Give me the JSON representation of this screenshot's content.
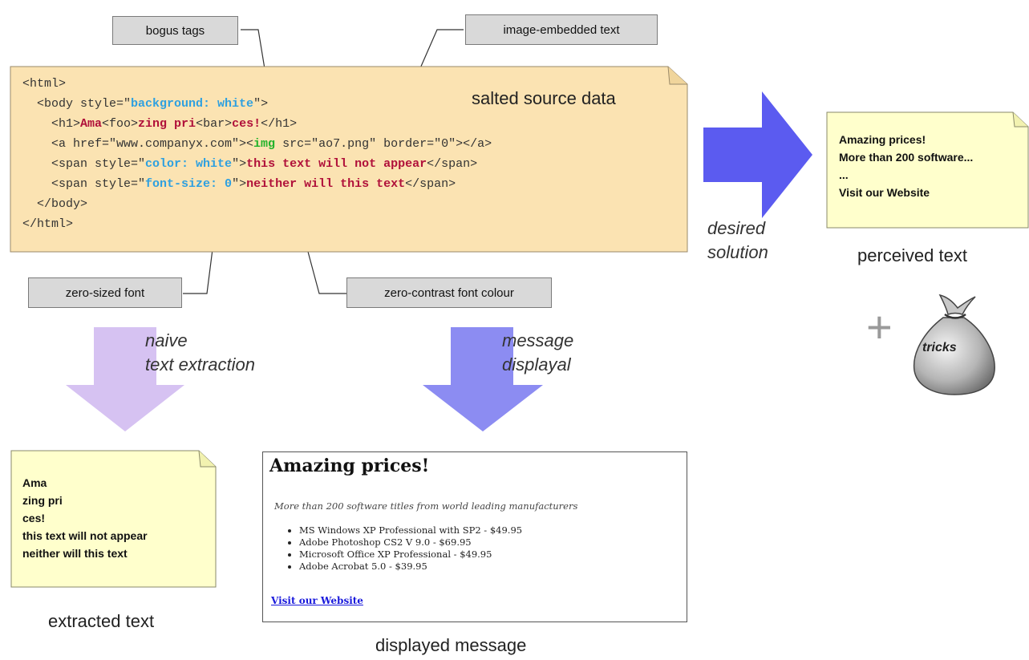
{
  "callouts": {
    "bogus_tags": "bogus tags",
    "image_embedded_text": "image-embedded text",
    "zero_sized_font": "zero-sized font",
    "zero_contrast_font": "zero-contrast font colour"
  },
  "source": {
    "title": "salted source data",
    "lines": {
      "l1": "<html>",
      "l2_a": "  <body style=\"",
      "l2_b": "background: white",
      "l2_c": "\">",
      "l3_a": "    <h1>",
      "l3_b": "Ama",
      "l3_c": "<foo>",
      "l3_d": "zing pri",
      "l3_e": "<bar>",
      "l3_f": "ces!",
      "l3_g": "</h1>",
      "l4_a": "    <a href=\"www.companyx.com\"><",
      "l4_b": "img",
      "l4_c": " src=\"ao7.png\" border=\"0\"></a>",
      "l5_a": "    <span style=\"",
      "l5_b": "color: white",
      "l5_c": "\">",
      "l5_d": "this text will not appear",
      "l5_e": "</span>",
      "l6_a": "    <span style=\"",
      "l6_b": "font-size: 0",
      "l6_c": "\">",
      "l6_d": "neither will this text",
      "l6_e": "</span>",
      "l7": "  </body>",
      "l8": "</html>"
    }
  },
  "labels": {
    "desired_1": "desired",
    "desired_2": "solution",
    "naive_1": "naive",
    "naive_2": "text extraction",
    "message_1": "message",
    "message_2": "displayal"
  },
  "perceived": {
    "line1": "Amazing prices!",
    "line2": "More than 200 software...",
    "line3": "...",
    "line4": "Visit our Website",
    "caption": "perceived text"
  },
  "tricks": {
    "plus": "+",
    "label": "tricks"
  },
  "extracted": {
    "line1": "Ama",
    "line2": "zing pri",
    "line3": "ces!",
    "line4": "this text will not appear",
    "line5": "neither will this text",
    "caption": "extracted text"
  },
  "displayed": {
    "title": "Amazing prices!",
    "subtitle": "More than 200 software titles from world leading manufacturers",
    "items": [
      "MS Windows XP Professional with SP2 - $49.95",
      "Adobe Photoshop CS2 V 9.0 - $69.95",
      "Microsoft Office XP Professional - $49.95",
      "Adobe Acrobat 5.0 - $39.95"
    ],
    "link": "Visit our Website",
    "caption": "displayed message"
  },
  "colors": {
    "source_fill": "#fbe3b2",
    "note_fill": "#ffffcc",
    "blue_arrow": "#5b5bf0",
    "lavender_arrow": "#d6c2f2",
    "periwinkle_arrow": "#8c8cf2"
  }
}
